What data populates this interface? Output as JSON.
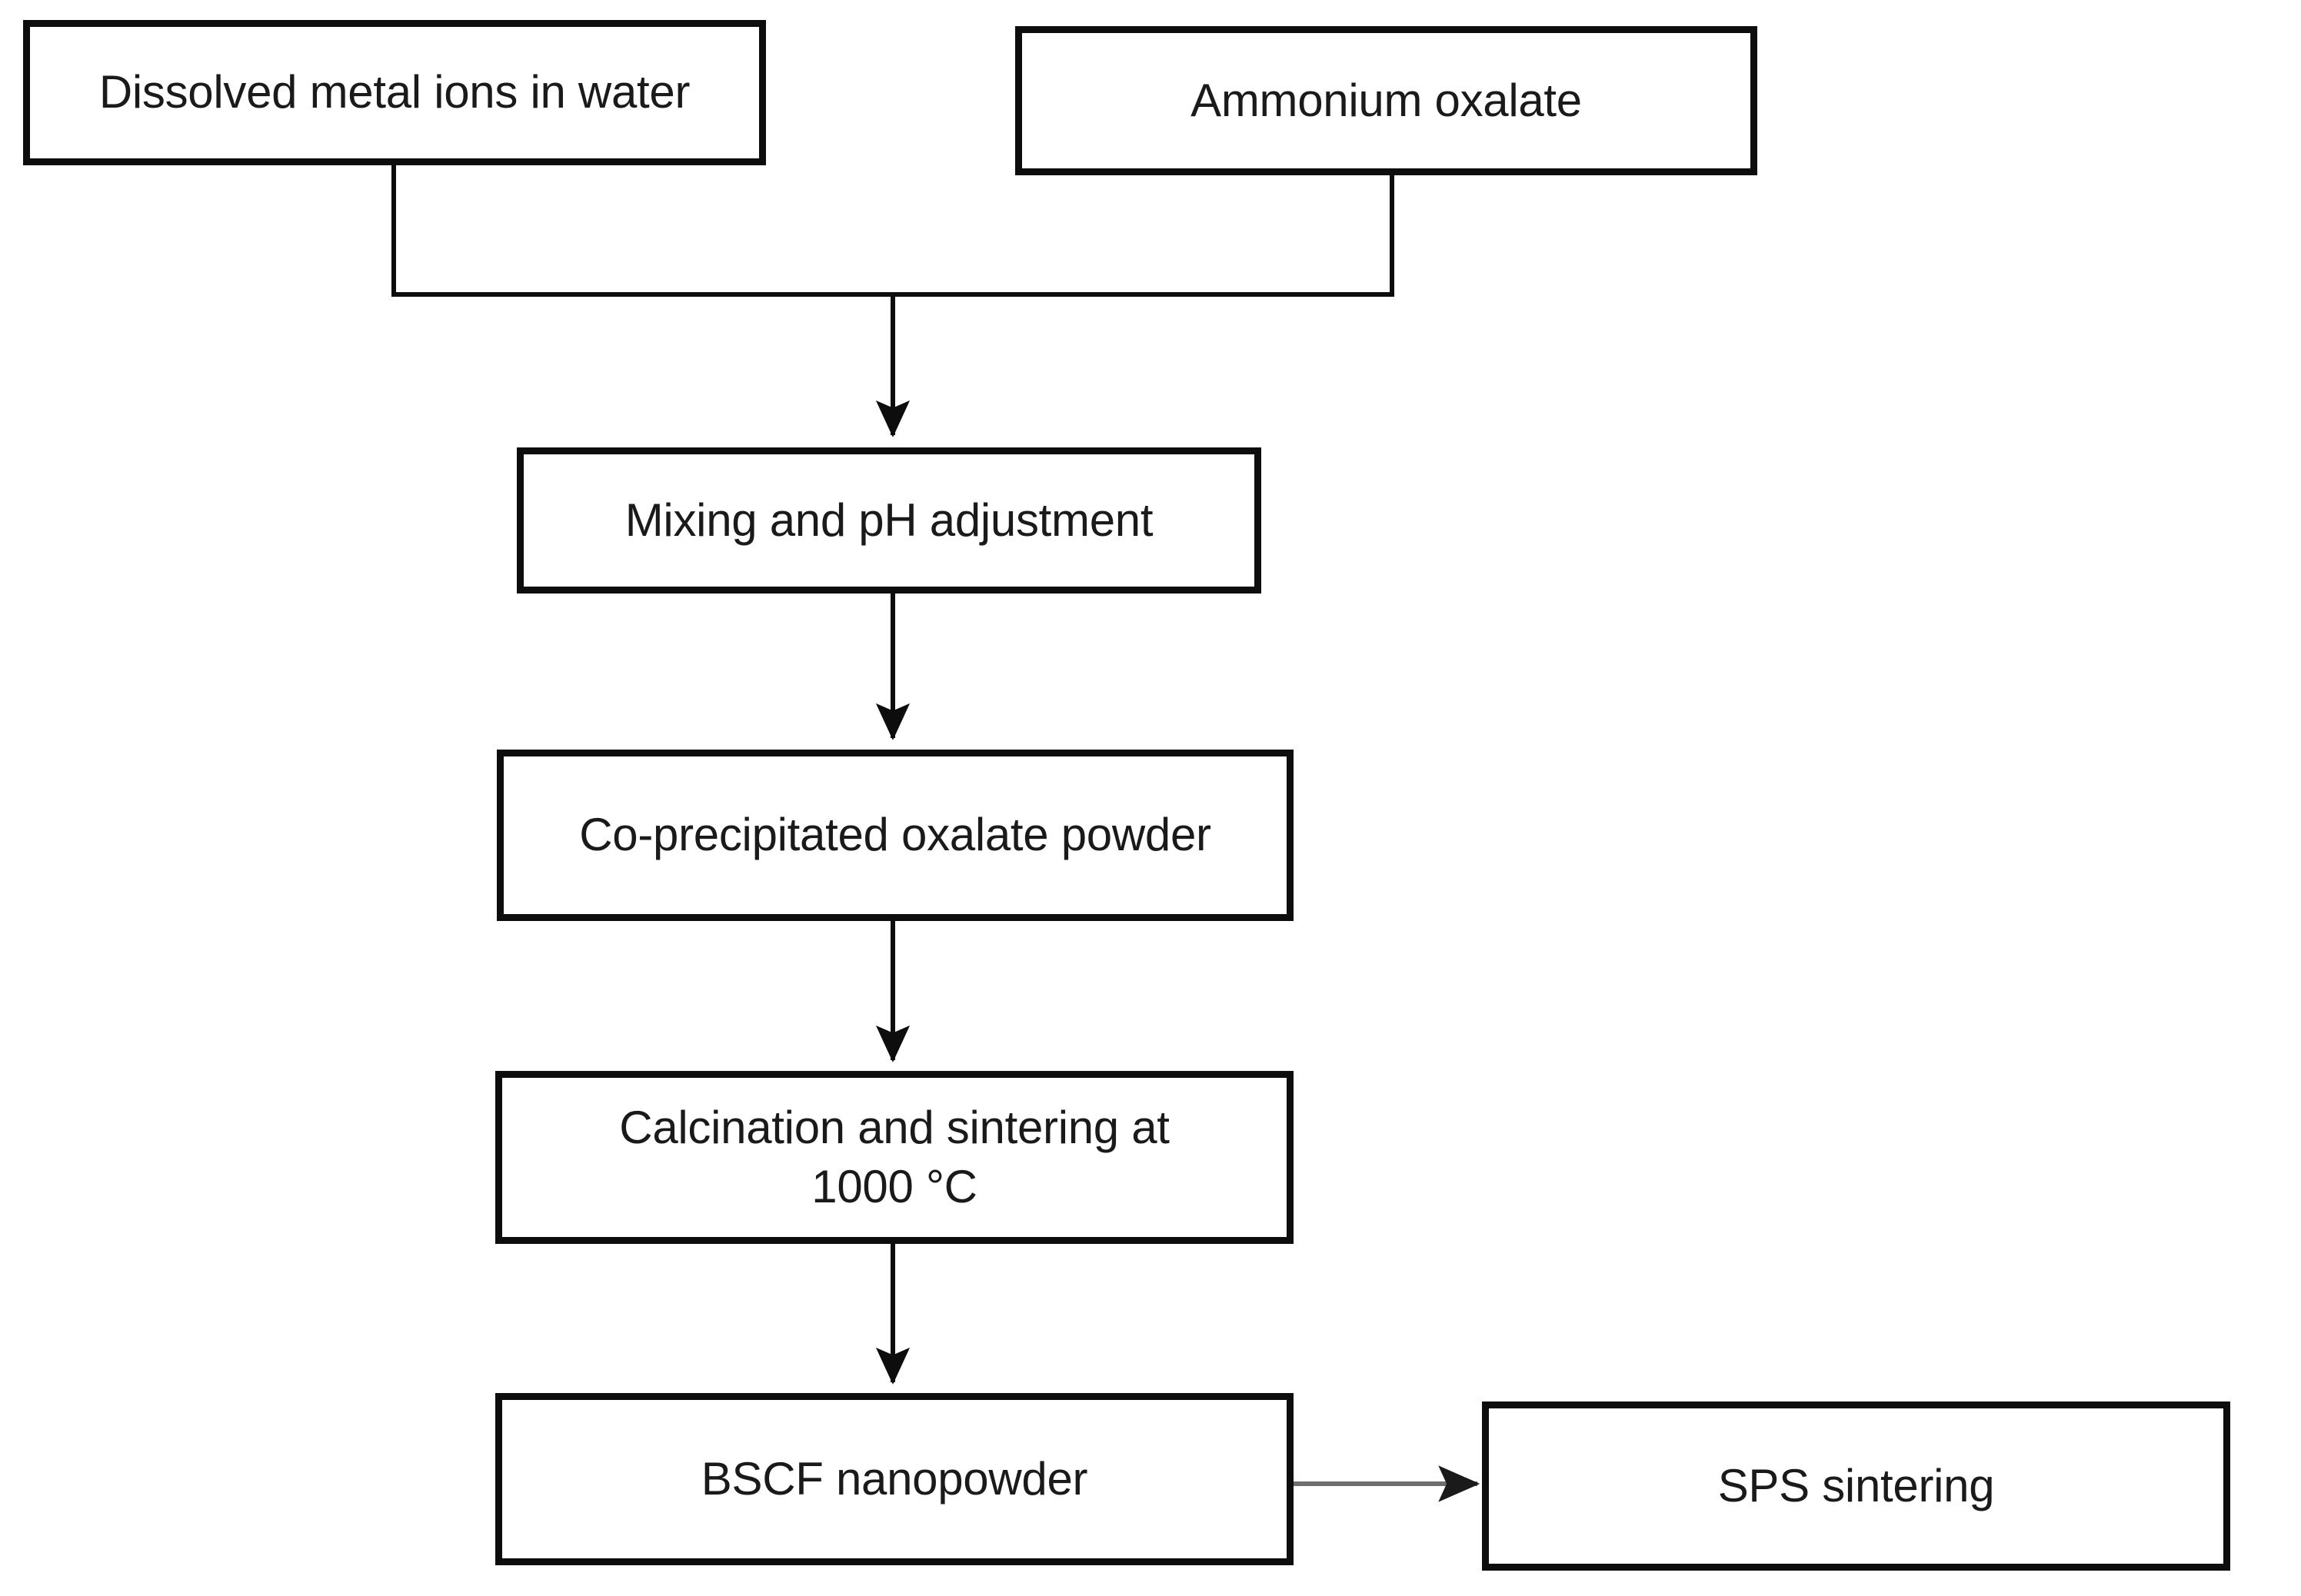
{
  "diagram": {
    "type": "flowchart",
    "orientation": "top-to-bottom",
    "background_color": "#ffffff",
    "line_color": "#0d0d0d",
    "connector_gray": "#6e6e6e",
    "text_color": "#1a1a1a",
    "nodes": [
      {
        "id": "metal-ions",
        "label": "Dissolved metal ions in water"
      },
      {
        "id": "ammonium",
        "label": "Ammonium oxalate"
      },
      {
        "id": "mixing",
        "label": "Mixing and pH adjustment"
      },
      {
        "id": "oxalate",
        "label": "Co-precipitated oxalate powder"
      },
      {
        "id": "calcination",
        "label": "Calcination and sintering at\n1000 °C"
      },
      {
        "id": "bscf",
        "label": "BSCF nanopowder"
      },
      {
        "id": "sps",
        "label": "SPS sintering"
      }
    ],
    "edges": [
      {
        "from": "metal-ions",
        "to": "mixing",
        "style": "elbow-merge",
        "arrow": false
      },
      {
        "from": "ammonium",
        "to": "mixing",
        "style": "elbow-merge",
        "arrow": false
      },
      {
        "from": "merge-point",
        "to": "mixing",
        "style": "vertical",
        "arrow": true
      },
      {
        "from": "mixing",
        "to": "oxalate",
        "style": "vertical",
        "arrow": true
      },
      {
        "from": "oxalate",
        "to": "calcination",
        "style": "vertical",
        "arrow": true
      },
      {
        "from": "calcination",
        "to": "bscf",
        "style": "vertical",
        "arrow": true
      },
      {
        "from": "bscf",
        "to": "sps",
        "style": "horizontal",
        "arrow": true
      }
    ]
  }
}
